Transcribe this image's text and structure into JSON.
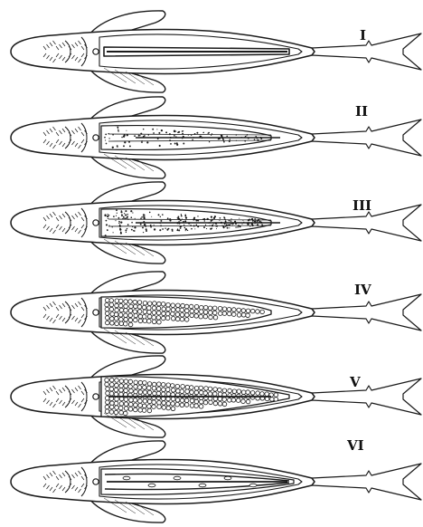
{
  "stages": [
    {
      "label": "I",
      "ovary": "thread"
    },
    {
      "label": "II",
      "ovary": "spotted"
    },
    {
      "label": "III",
      "ovary": "granular"
    },
    {
      "label": "IV",
      "ovary": "eggs"
    },
    {
      "label": "V",
      "ovary": "eggs-full"
    },
    {
      "label": "VI",
      "ovary": "spent"
    }
  ],
  "colors": {
    "ink": "#1a1a1a",
    "paper": "#ffffff"
  }
}
